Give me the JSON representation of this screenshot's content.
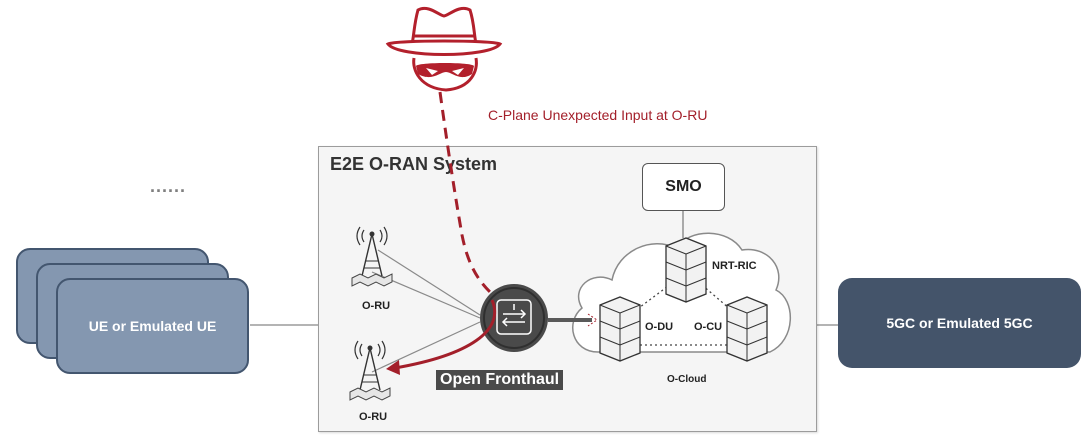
{
  "ue": {
    "label": "UE or Emulated UE",
    "ellipsis": "......"
  },
  "core": {
    "label": "5GC or Emulated 5GC"
  },
  "system": {
    "title": "E2E O-RAN System",
    "smo": "SMO",
    "ru_top": "O-RU",
    "ru_bottom": "O-RU",
    "fronthaul": "Open Fronthaul",
    "o_du": "O-DU",
    "o_cu": "O-CU",
    "nrt_ric": "NRT-RIC",
    "o_cloud": "O-Cloud"
  },
  "attack": {
    "label": "C-Plane Unexpected Input at O-RU"
  },
  "colors": {
    "attack_red": "#a31f2a",
    "ue_fill": "#8497b0",
    "core_fill": "#44546a",
    "fronthaul_fill": "#4a4a4a"
  },
  "icons": [
    "hacker-hat-icon",
    "antenna-icon",
    "switch-icon",
    "server-stack-icon",
    "cloud-icon"
  ]
}
